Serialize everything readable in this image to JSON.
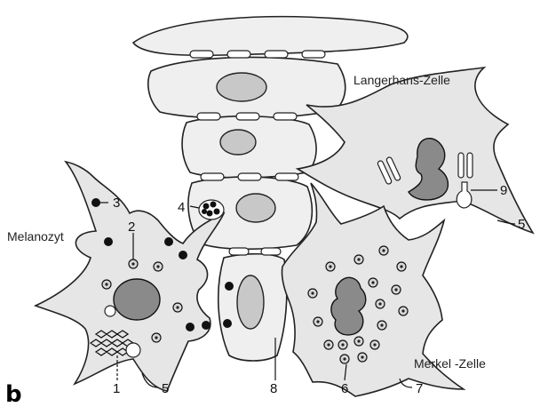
{
  "panel_letter": "b",
  "labels": {
    "langerhans": "Langerhans-Zelle",
    "melanozyt": "Melanozyt",
    "merkel": "Merkel -Zelle"
  },
  "callouts": {
    "n1": "1",
    "n2": "2",
    "n3": "3",
    "n4": "4",
    "n5a": "5",
    "n5b": "5",
    "n6": "6",
    "n7": "7",
    "n8": "8",
    "n9": "9"
  }
}
